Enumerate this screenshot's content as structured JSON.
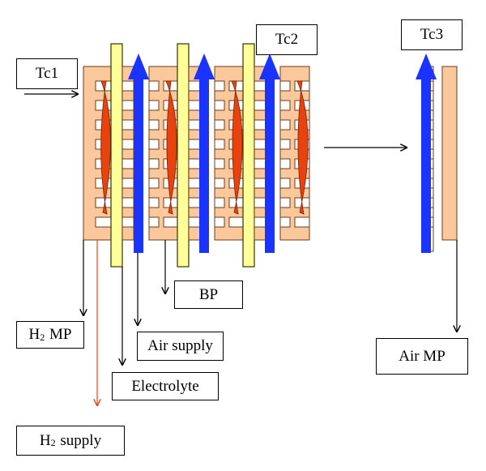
{
  "labels": {
    "tc1": "Tc1",
    "tc2": "Tc2",
    "tc3": "Tc3",
    "bp": "BP",
    "h2_mp_prefix": "H",
    "h2_mp_sub": "2",
    "h2_mp_suffix": " MP",
    "air_supply": "Air supply",
    "electrolyte": "Electrolyte",
    "h2_supply_prefix": "H",
    "h2_supply_sub": "2",
    "h2_supply_suffix": " supply",
    "air_mp": "Air MP"
  },
  "colors": {
    "plate_fill": "#fbc89b",
    "plate_stroke": "#6b3b1c",
    "membrane_fill": "#ffff99",
    "membrane_stroke": "#333300",
    "air_arrow": "#1a33ff",
    "hydrogen_flow": "#e8430f",
    "h2_supply_line": "#e8430f",
    "line": "#000000"
  }
}
